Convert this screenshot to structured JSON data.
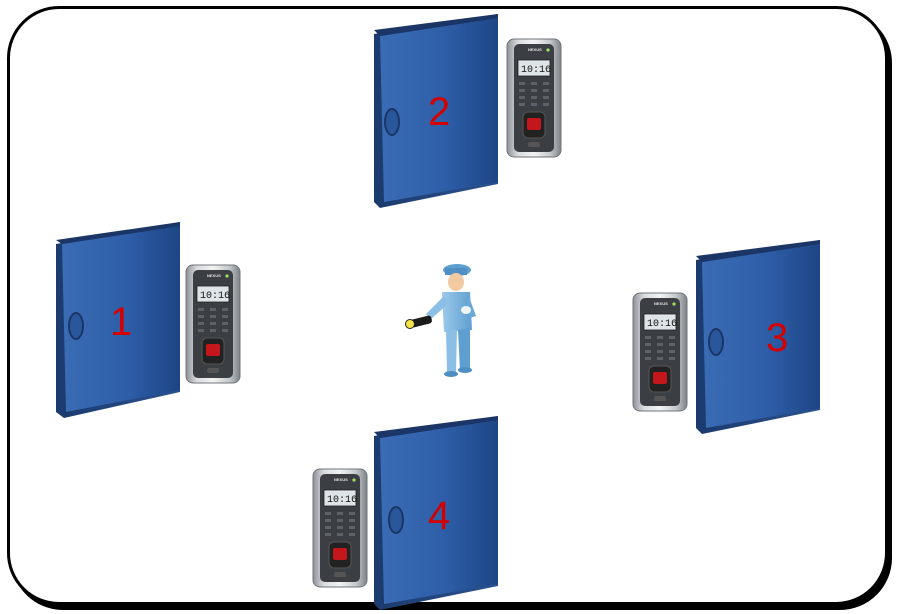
{
  "doors": [
    {
      "id": "door-1",
      "label": "1"
    },
    {
      "id": "door-2",
      "label": "2"
    },
    {
      "id": "door-3",
      "label": "3"
    },
    {
      "id": "door-4",
      "label": "4"
    }
  ],
  "reader": {
    "brand": "NEXUS",
    "time": "10:16"
  },
  "colors": {
    "door": "#2f5fa8",
    "door_dark": "#1f3f78",
    "number": "#d40000",
    "frame": "#000000"
  },
  "icons": [
    "door-icon",
    "fingerprint-reader-icon",
    "security-guard-icon",
    "flashlight-icon"
  ]
}
